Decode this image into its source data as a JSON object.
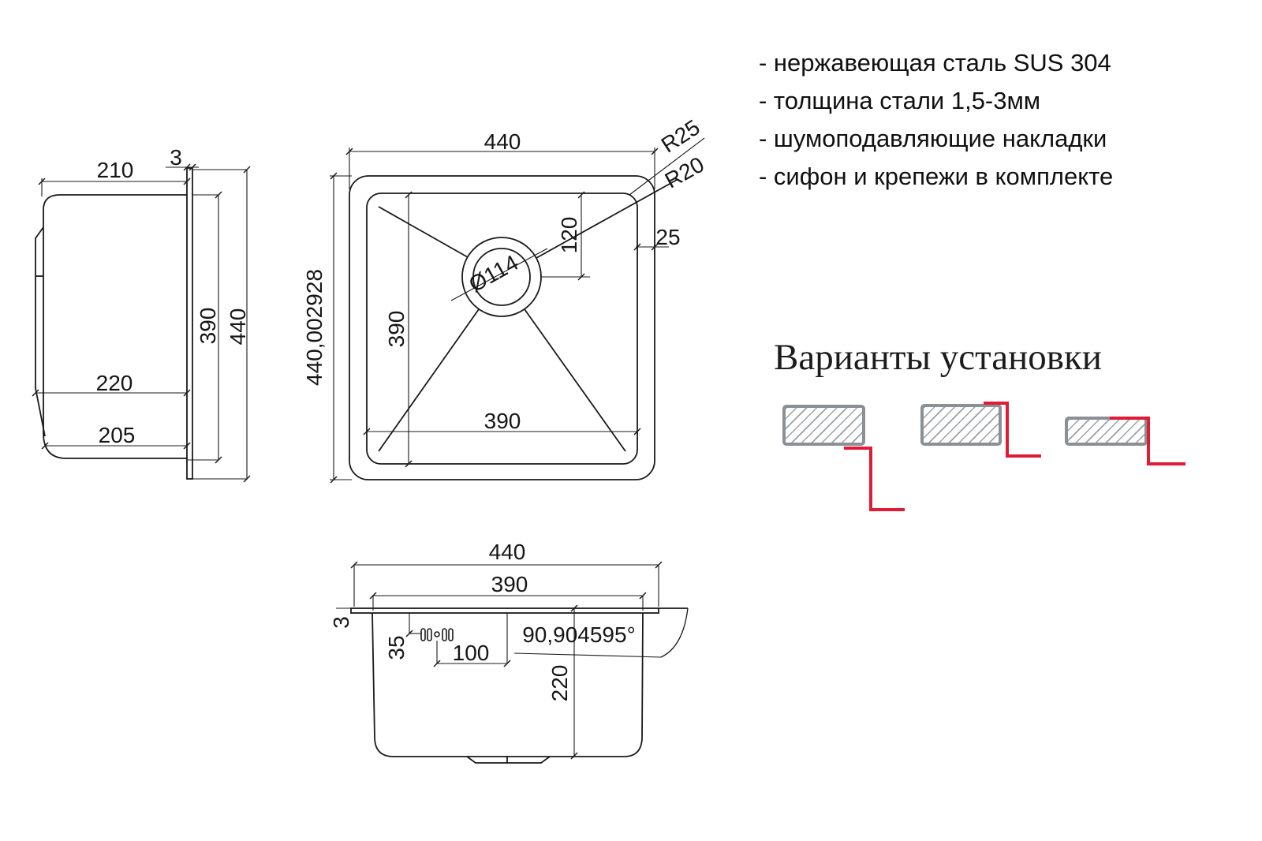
{
  "specs": {
    "items": [
      "- нержавеющая сталь SUS 304",
      "- толщина стали 1,5-3мм",
      "- шумоподавляющие накладки",
      "- сифон и крепежи в комплекте"
    ]
  },
  "installation": {
    "title": "Варианты установки"
  },
  "views": {
    "side": {
      "depth_top": "210",
      "flange_thickness": "3",
      "bowl_height": "390",
      "overall_height": "440",
      "depth_mid": "220",
      "depth_bottom": "205"
    },
    "top": {
      "width": "440",
      "height_precise": "440,002928",
      "bowl_height": "390",
      "bowl_width": "390",
      "drain_offset": "120",
      "drain_diameter": "Ø114",
      "rim_width": "25",
      "corner_radius_outer": "R25",
      "corner_radius_inner": "R20"
    },
    "front": {
      "width": "440",
      "bowl_width": "390",
      "rim_thickness": "3",
      "overflow_offset": "35",
      "overflow_to_center": "100",
      "bowl_depth": "220",
      "wall_angle": "90,904595°"
    }
  },
  "colors": {
    "line": "#1a1a1a",
    "accent_red": "#e11b36",
    "hatch_gray": "#8a9095"
  }
}
